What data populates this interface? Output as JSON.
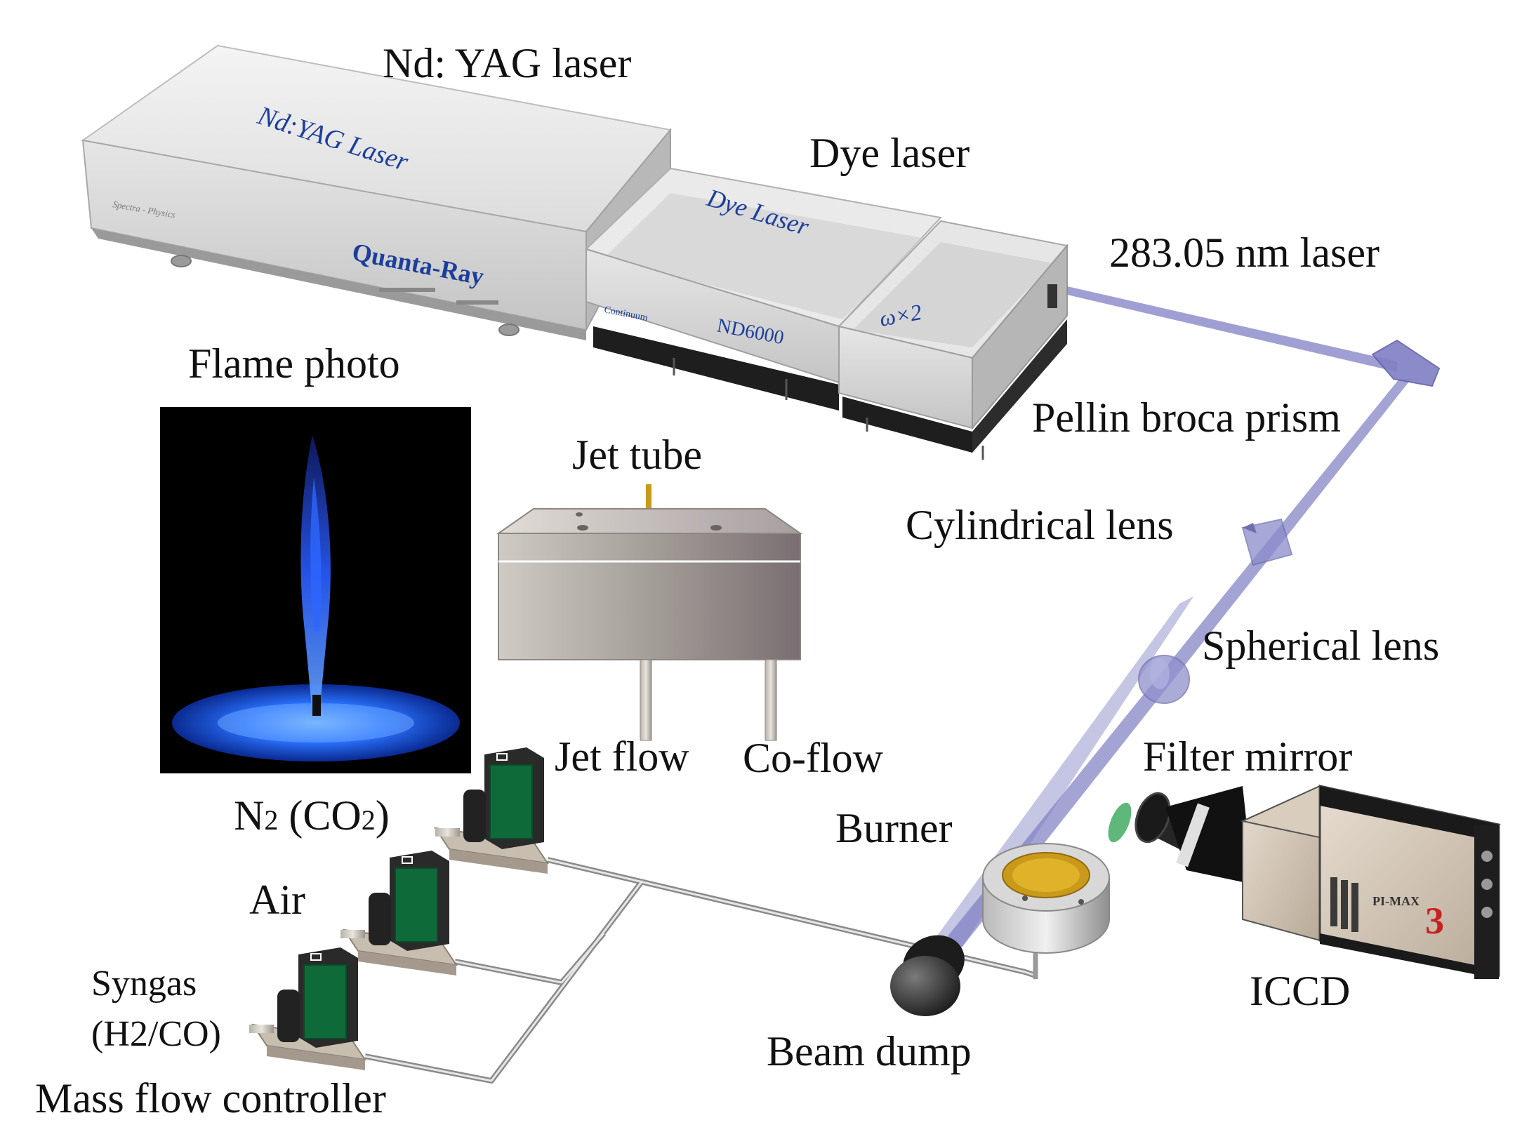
{
  "labels": {
    "nd_yag_laser": "Nd: YAG laser",
    "dye_laser": "Dye laser",
    "laser_wavelength": "283.05 nm laser",
    "flame_photo": "Flame photo",
    "pellin_broca_prism": "Pellin broca prism",
    "jet_tube": "Jet tube",
    "cylindrical_lens": "Cylindrical lens",
    "spherical_lens": "Spherical lens",
    "jet_flow": "Jet flow",
    "co_flow": "Co-flow",
    "filter_mirror": "Filter mirror",
    "burner": "Burner",
    "air": "Air",
    "syngas_line1": "Syngas",
    "syngas_line2": "(H2/CO)",
    "iccd": "ICCD",
    "beam_dump": "Beam dump",
    "mass_flow_controller": "Mass flow controller"
  },
  "n2_label": {
    "n": "N",
    "sub1": "2",
    "mid": " (CO",
    "sub2": "2",
    "end": ")"
  },
  "devices": {
    "yag_front_text": "Nd:YAG Laser",
    "yag_brand": "Quanta-Ray",
    "yag_small": "Spectra - Physics",
    "dye_front_text": "Dye Laser",
    "dye_model": "ND6000",
    "dye_small": "Continuum",
    "shg_text": "ω×2",
    "camera_text": "PI-MAX",
    "camera_num": "3"
  },
  "colors": {
    "beam": "#7f7fc4",
    "flame_blue": "#2a72ff",
    "device_text": "#1c3e9c",
    "mfc_green": "#0f6a3a",
    "burner_gold": "#c99a1a",
    "camera_red": "#c82020"
  }
}
